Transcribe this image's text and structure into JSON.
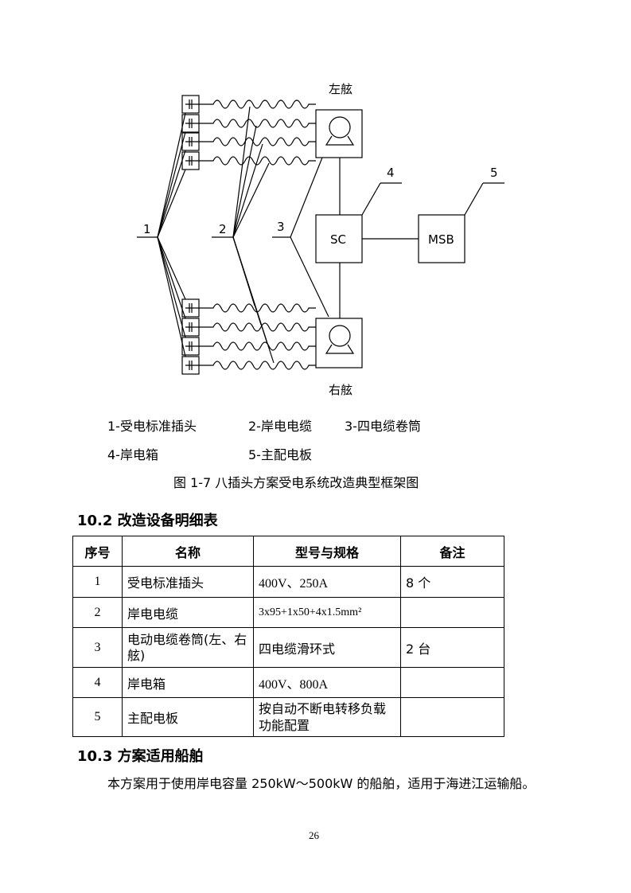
{
  "diagram": {
    "port": "左舷",
    "starboard": "右舷",
    "sc": "SC",
    "msb": "MSB",
    "labels": [
      "1",
      "2",
      "3",
      "4",
      "5"
    ]
  },
  "legend": {
    "row1": [
      "1-受电标准插头",
      "2-岸电电缆",
      "3-四电缆卷筒"
    ],
    "row2": [
      "4-岸电箱",
      "5-主配电板"
    ]
  },
  "figure_caption": "图 1-7   八插头方案受电系统改造典型框架图",
  "section_10_2": "10.2 改造设备明细表",
  "table": {
    "headers": [
      "序号",
      "名称",
      "型号与规格",
      "备注"
    ],
    "rows": [
      [
        "1",
        "受电标准插头",
        "400V、250A",
        "8 个"
      ],
      [
        "2",
        "岸电电缆",
        "3x95+1x50+4x1.5mm²",
        ""
      ],
      [
        "3",
        "电动电缆卷筒(左、右舷)",
        "四电缆滑环式",
        "2 台"
      ],
      [
        "4",
        "岸电箱",
        "400V、800A",
        ""
      ],
      [
        "5",
        "主配电板",
        "按自动不断电转移负载功能配置",
        ""
      ]
    ]
  },
  "section_10_3": "10.3 方案适用船舶",
  "body_text": "本方案用于使用岸电容量 250kW～500kW 的船舶，适用于海进江运输船。",
  "page_number": "26"
}
